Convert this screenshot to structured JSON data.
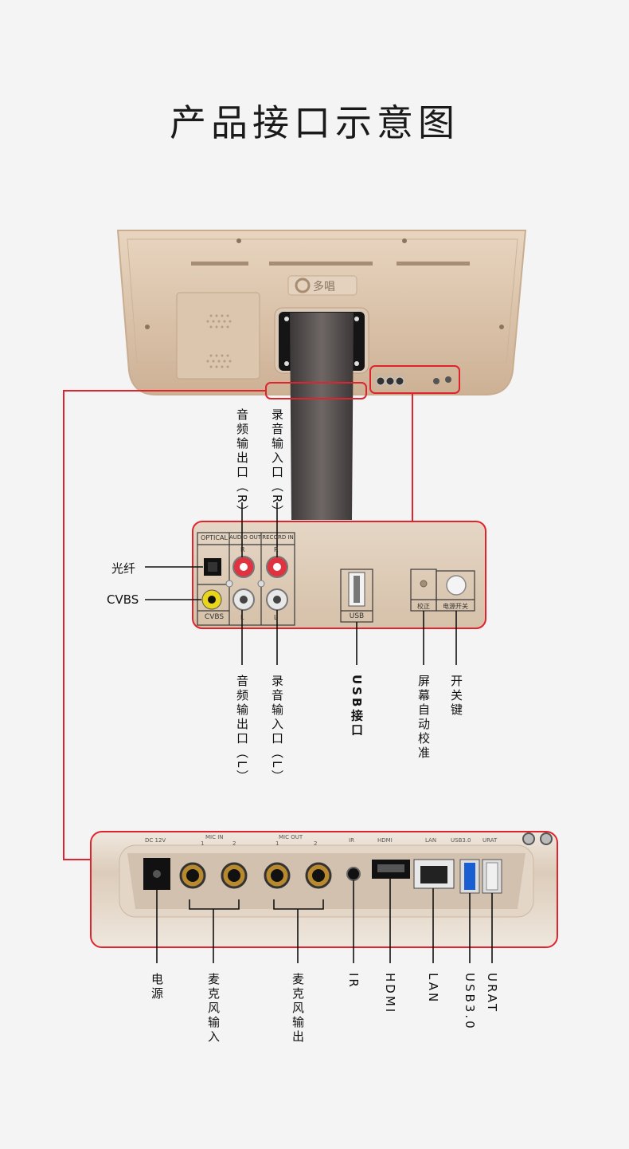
{
  "title": "产品接口示意图",
  "device": {
    "brand_logo_text": "多唱"
  },
  "panel_top": {
    "section_labels": [
      "OPTICAL",
      "AUDIO OUT",
      "RECORD IN"
    ],
    "jack_letters": [
      "R",
      "R",
      "L",
      "L"
    ],
    "cvbs_text": "CVBS",
    "usb_text": "USB",
    "calib_text": "校正",
    "power_text": "电源开关"
  },
  "panel_bottom": {
    "port_labels": [
      "DC 12V",
      "MIC IN",
      "1",
      "2",
      "MIC OUT",
      "1",
      "2",
      "IR",
      "HDMI",
      "LAN",
      "USB3.0",
      "URAT"
    ]
  },
  "callouts": {
    "optical": "光纤",
    "cvbs": "CVBS",
    "audio_out_r": "音频输出口（R）",
    "record_in_r": "录音输入口（R）",
    "audio_out_l": "音频输出口（L）",
    "record_in_l": "录音输入口（L）",
    "usb_port": "USB接口",
    "auto_calibrate": "屏幕自动校准",
    "power_switch": "开关键",
    "power": "电源",
    "mic_in": "麦克风输入",
    "mic_out": "麦克风输出",
    "ir": "IR",
    "hdmi": "HDMI",
    "lan": "LAN",
    "usb3": "USB3.0",
    "urat": "URAT"
  },
  "colors": {
    "highlight_red": "#e0242e",
    "device_gold": "#d9c1a8",
    "stand_dark": "#5b5655",
    "background": "#f4f4f4"
  }
}
